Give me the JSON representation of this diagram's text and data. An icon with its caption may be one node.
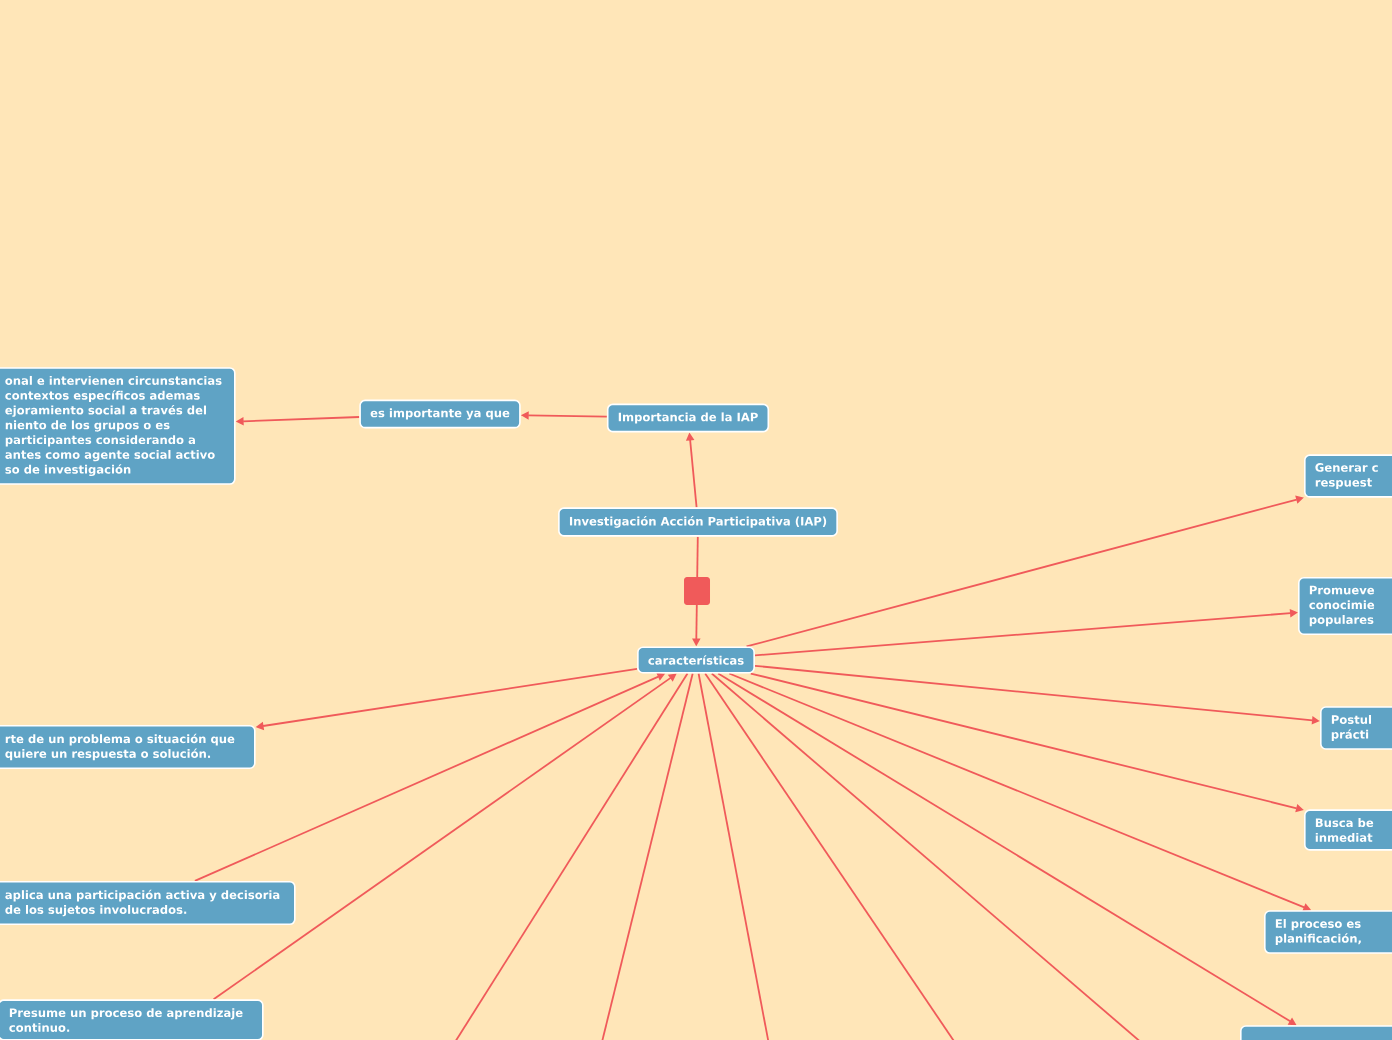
{
  "diagram": {
    "nodes": [
      {
        "text": [
          "Investigación Acción Participativa (IAP)"
        ]
      },
      {
        "text": [
          "Importancia de la IAP"
        ]
      },
      {
        "text": [
          "es importante ya que"
        ]
      },
      {
        "text": [
          "onal e intervienen circunstancias contextos específicos ademas ejoramiento social a través del niento de los grupos o es participantes considerando a antes como agente social activo so de investigación"
        ]
      },
      {
        "text": [
          "características"
        ]
      },
      {
        "text": [
          "Generar c respuest"
        ]
      },
      {
        "text": [
          "Promueve conocimie populares"
        ]
      },
      {
        "text": [
          "Postul prácti"
        ]
      },
      {
        "text": [
          "Busca be inmediat"
        ]
      },
      {
        "text": [
          "El proceso es planificación,"
        ]
      },
      {
        "text": [],
        "shape": "box"
      },
      {
        "text": [
          "rte de un problema o situación que quiere un respuesta o solución."
        ]
      },
      {
        "text": [
          "aplica una participación activa y decisoria de los sujetos involucrados."
        ]
      },
      {
        "text": [
          "Presume un proceso de aprendizaje continuo."
        ]
      }
    ],
    "edges": [
      {
        "from": 0,
        "to": 1,
        "arrow": "to"
      },
      {
        "from": 1,
        "to": 2,
        "arrow": "to"
      },
      {
        "from": 2,
        "to": 3,
        "arrow": "to"
      },
      {
        "from": 0,
        "to": 4,
        "arrow": "to"
      },
      {
        "from": 4,
        "to": 11,
        "arrow": "to"
      },
      {
        "from": 12,
        "to": 4,
        "arrow": "to"
      },
      {
        "from": 13,
        "to": 4,
        "arrow": "to"
      },
      {
        "from": 4,
        "to": null,
        "arrow": "none"
      },
      {
        "from": 4,
        "to": null,
        "arrow": "none"
      },
      {
        "from": 4,
        "to": null,
        "arrow": "none"
      },
      {
        "from": 4,
        "to": null,
        "arrow": "none"
      },
      {
        "from": 4,
        "to": null,
        "arrow": "none"
      },
      {
        "from": 4,
        "to": 5,
        "arrow": "to"
      },
      {
        "from": 4,
        "to": 6,
        "arrow": "to"
      },
      {
        "from": 4,
        "to": 7,
        "arrow": "to"
      },
      {
        "from": 4,
        "to": 8,
        "arrow": "to"
      },
      {
        "from": 4,
        "to": 9,
        "arrow": "to"
      },
      {
        "from": 4,
        "to": 10,
        "arrow": "to"
      }
    ]
  }
}
